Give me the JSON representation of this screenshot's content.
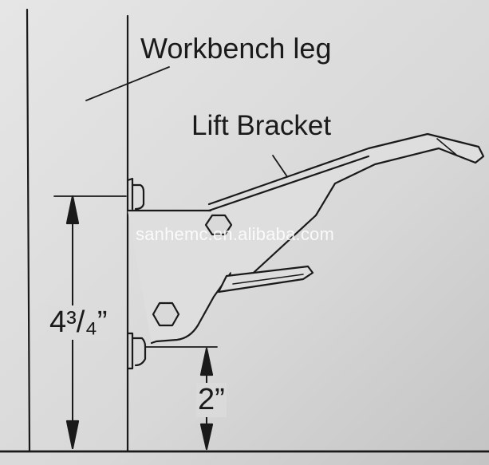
{
  "labels": {
    "workbench_leg": "Workbench leg",
    "lift_bracket": "Lift Bracket",
    "dim_total": "4³/₄”",
    "dim_bottom": "2”"
  },
  "watermark": "sanhemc.en.alibaba.com",
  "colors": {
    "background_light": "#e4e4e4",
    "background_dark": "#c9c9c9",
    "line": "#1a1a1a",
    "watermark": "#ffffff"
  }
}
